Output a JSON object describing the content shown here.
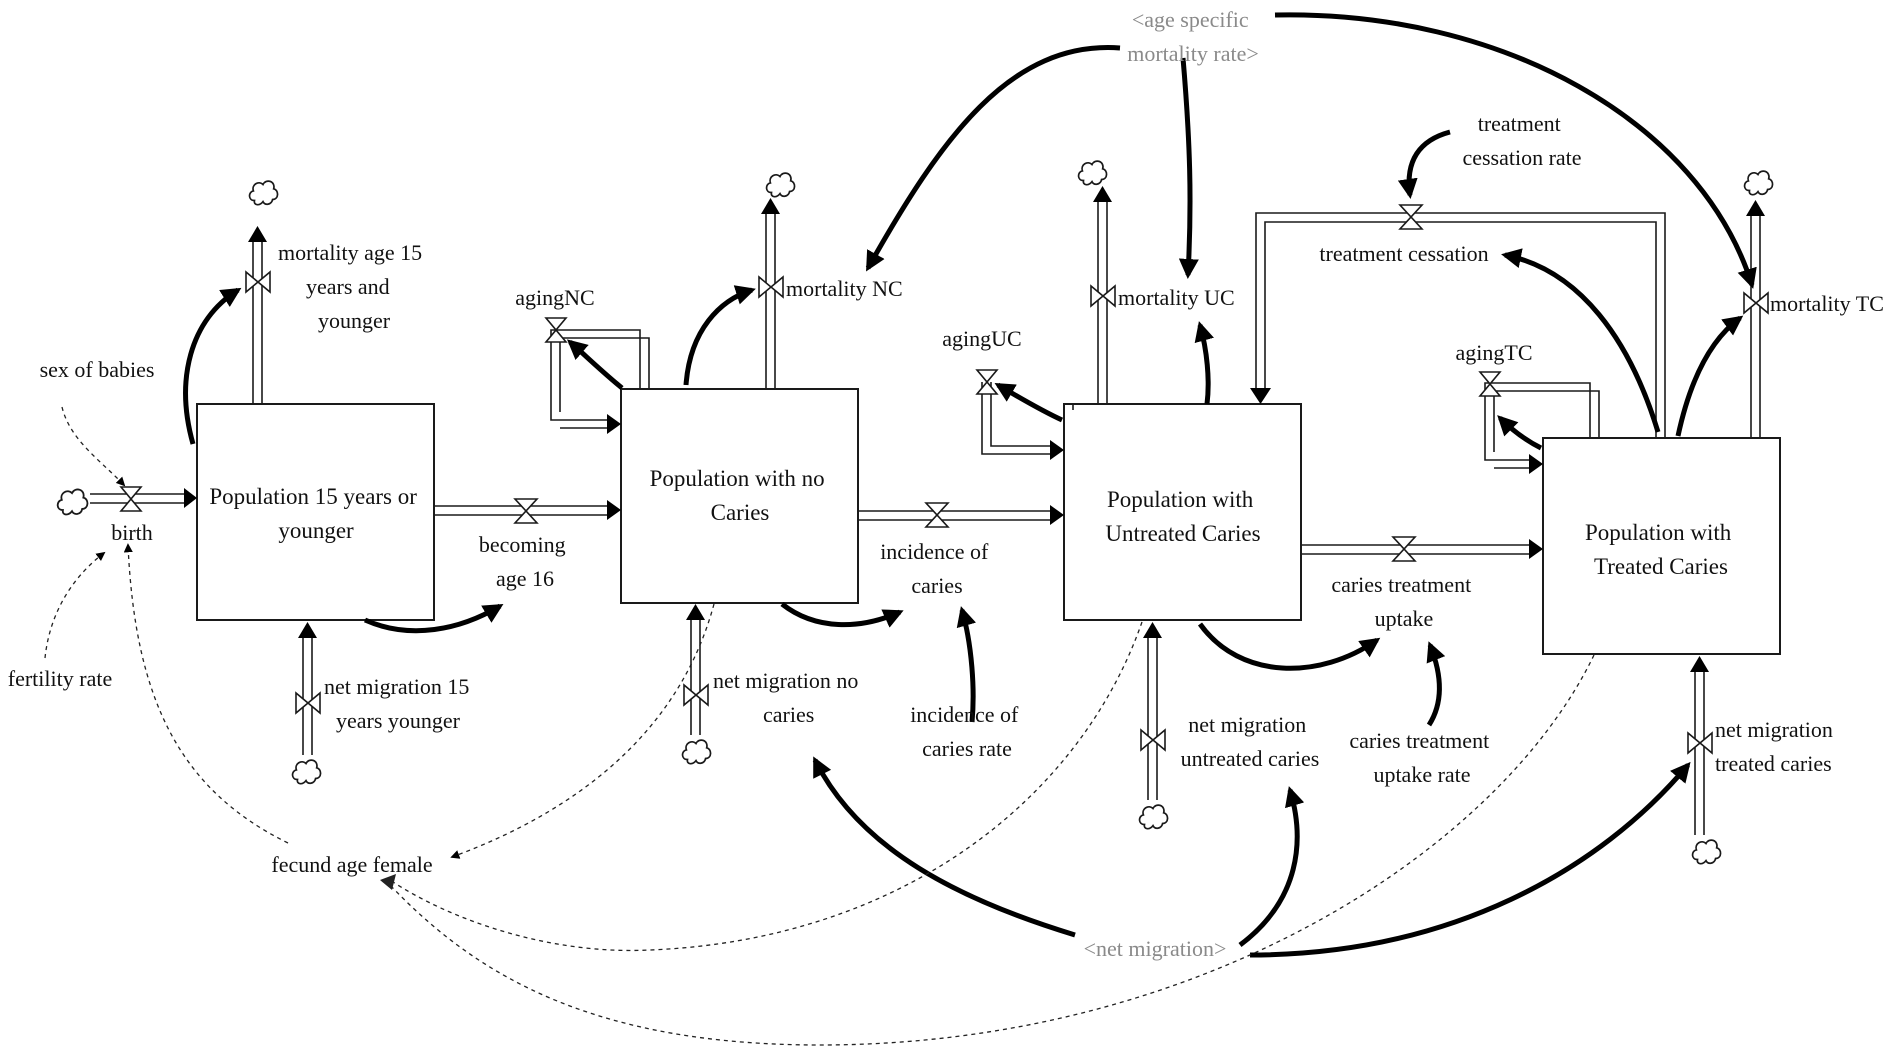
{
  "stocks": {
    "pop15": "Population 15 years or younger",
    "nc": "Population with no Caries",
    "uc": "Population with Untreated Caries",
    "tc": "Population with Treated Caries"
  },
  "flows": {
    "birth": "birth",
    "mortality15": "mortality age 15 years and younger",
    "becoming16": "becoming age 16",
    "migration15": "net migration 15 years younger",
    "agingNC": "agingNC",
    "mortalityNC": "mortality NC",
    "incidence": "incidence of caries",
    "migrationNC": "net migration no caries",
    "agingUC": "agingUC",
    "mortalityUC": "mortality UC",
    "uptake": "caries treatment uptake",
    "migrationUC": "net migration untreated caries",
    "cessation": "treatment cessation",
    "agingTC": "agingTC",
    "mortalityTC": "mortality TC",
    "migrationTC": "net migration treated caries"
  },
  "variables": {
    "sexOfBabies": "sex of babies",
    "fertilityRate": "fertility rate",
    "fecundAgeFemale": "fecund age female",
    "incidenceRate": "incidence of caries rate",
    "uptakeRate": "caries treatment uptake rate",
    "cessationRate": "treatment cessation rate"
  },
  "shadows": {
    "mortalityRate": "<age specific mortality rate>",
    "netMigration": "<net migration>"
  },
  "colors": {
    "ink": "#111111",
    "shadow_text": "#8a8a8a",
    "background": "#ffffff"
  }
}
